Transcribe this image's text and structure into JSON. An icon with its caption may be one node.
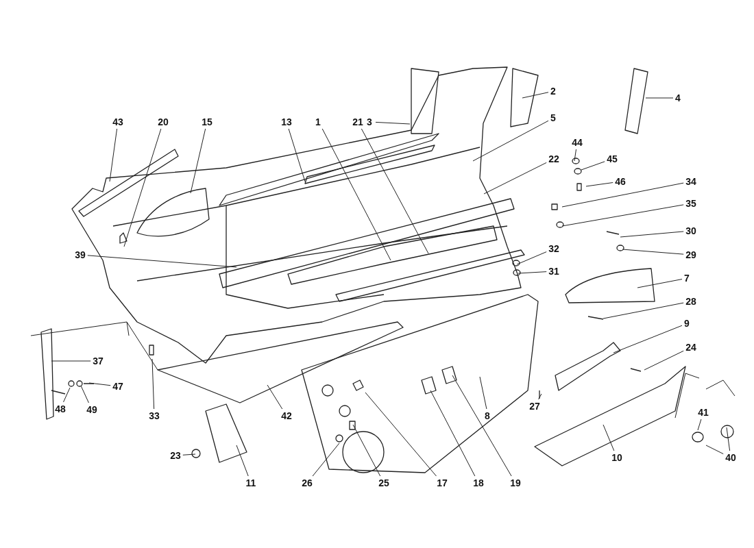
{
  "diagram": {
    "nodes": [
      {
        "text": [
          "2"
        ]
      },
      {
        "text": [
          "4"
        ]
      },
      {
        "text": [
          "43"
        ]
      },
      {
        "text": [
          "20"
        ]
      },
      {
        "text": [
          "15"
        ]
      },
      {
        "text": [
          "13"
        ]
      },
      {
        "text": [
          "1"
        ]
      },
      {
        "text": [
          "21"
        ]
      },
      {
        "text": [
          "3"
        ]
      },
      {
        "text": [
          "5"
        ]
      },
      {
        "text": [
          "44"
        ]
      },
      {
        "text": [
          "22"
        ]
      },
      {
        "text": [
          "45"
        ]
      },
      {
        "text": [
          "46"
        ]
      },
      {
        "text": [
          "34"
        ]
      },
      {
        "text": [
          "35"
        ]
      },
      {
        "text": [
          "30"
        ]
      },
      {
        "text": [
          "32"
        ]
      },
      {
        "text": [
          "39"
        ]
      },
      {
        "text": [
          "29"
        ]
      },
      {
        "text": [
          "31"
        ]
      },
      {
        "text": [
          "7"
        ]
      },
      {
        "text": [
          "28"
        ]
      },
      {
        "text": [
          "9"
        ]
      },
      {
        "text": [
          "24"
        ]
      },
      {
        "text": [
          "37"
        ]
      },
      {
        "text": [
          "47"
        ]
      },
      {
        "text": [
          "48"
        ]
      },
      {
        "text": [
          "49"
        ]
      },
      {
        "text": [
          "27"
        ]
      },
      {
        "text": [
          "33"
        ]
      },
      {
        "text": [
          "42"
        ]
      },
      {
        "text": [
          "8"
        ]
      },
      {
        "text": [
          "41"
        ]
      },
      {
        "text": [
          "23"
        ]
      },
      {
        "text": [
          "10"
        ]
      },
      {
        "text": [
          "40"
        ]
      },
      {
        "text": [
          "11"
        ]
      },
      {
        "text": [
          "26"
        ]
      },
      {
        "text": [
          "25"
        ]
      },
      {
        "text": [
          "17"
        ]
      },
      {
        "text": [
          "18"
        ]
      },
      {
        "text": [
          "19"
        ]
      }
    ],
    "edges": [
      {
        "from": 0,
        "to": null,
        "arrow": "none"
      },
      {
        "from": 1,
        "to": null,
        "arrow": "none"
      },
      {
        "from": 2,
        "to": null,
        "arrow": "none"
      },
      {
        "from": 3,
        "to": null,
        "arrow": "none"
      },
      {
        "from": 4,
        "to": null,
        "arrow": "none"
      },
      {
        "from": 5,
        "to": null,
        "arrow": "none"
      },
      {
        "from": 6,
        "to": null,
        "arrow": "none"
      },
      {
        "from": 7,
        "to": null,
        "arrow": "none"
      },
      {
        "from": 8,
        "to": null,
        "arrow": "none"
      },
      {
        "from": 9,
        "to": null,
        "arrow": "none"
      },
      {
        "from": 10,
        "to": null,
        "arrow": "none"
      },
      {
        "from": 11,
        "to": null,
        "arrow": "none"
      },
      {
        "from": 12,
        "to": null,
        "arrow": "none"
      },
      {
        "from": 13,
        "to": null,
        "arrow": "none"
      },
      {
        "from": 14,
        "to": null,
        "arrow": "none"
      },
      {
        "from": 15,
        "to": null,
        "arrow": "none"
      },
      {
        "from": 16,
        "to": null,
        "arrow": "none"
      },
      {
        "from": 17,
        "to": null,
        "arrow": "none"
      },
      {
        "from": 18,
        "to": null,
        "arrow": "none"
      },
      {
        "from": 19,
        "to": null,
        "arrow": "none"
      },
      {
        "from": 20,
        "to": null,
        "arrow": "none"
      },
      {
        "from": 21,
        "to": null,
        "arrow": "none"
      },
      {
        "from": 22,
        "to": null,
        "arrow": "none"
      },
      {
        "from": 23,
        "to": null,
        "arrow": "none"
      },
      {
        "from": 24,
        "to": null,
        "arrow": "none"
      },
      {
        "from": 25,
        "to": null,
        "arrow": "none"
      },
      {
        "from": 26,
        "to": null,
        "arrow": "none"
      },
      {
        "from": 27,
        "to": null,
        "arrow": "none"
      },
      {
        "from": 28,
        "to": null,
        "arrow": "none"
      },
      {
        "from": 29,
        "to": null,
        "arrow": "none"
      },
      {
        "from": 30,
        "to": null,
        "arrow": "none"
      },
      {
        "from": 31,
        "to": null,
        "arrow": "none"
      },
      {
        "from": 32,
        "to": null,
        "arrow": "none"
      },
      {
        "from": 33,
        "to": null,
        "arrow": "none"
      },
      {
        "from": 34,
        "to": null,
        "arrow": "none"
      },
      {
        "from": 35,
        "to": null,
        "arrow": "none"
      },
      {
        "from": 36,
        "to": null,
        "arrow": "none"
      },
      {
        "from": 36,
        "to": null,
        "arrow": "none"
      },
      {
        "from": 37,
        "to": null,
        "arrow": "none"
      },
      {
        "from": 38,
        "to": null,
        "arrow": "none"
      },
      {
        "from": 39,
        "to": null,
        "arrow": "none"
      },
      {
        "from": 40,
        "to": null,
        "arrow": "none"
      },
      {
        "from": 41,
        "to": null,
        "arrow": "none"
      },
      {
        "from": 42,
        "to": null,
        "arrow": "none"
      }
    ]
  }
}
